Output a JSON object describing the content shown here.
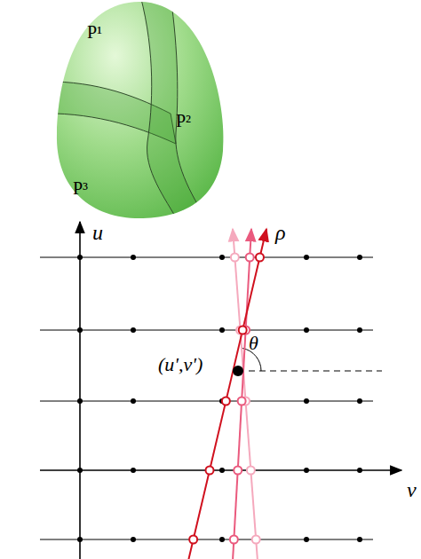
{
  "diagram": {
    "labels": [
      "P¹",
      "P²",
      "P³",
      "u",
      "v",
      "ρ",
      "(u',v')",
      "θ"
    ]
  }
}
